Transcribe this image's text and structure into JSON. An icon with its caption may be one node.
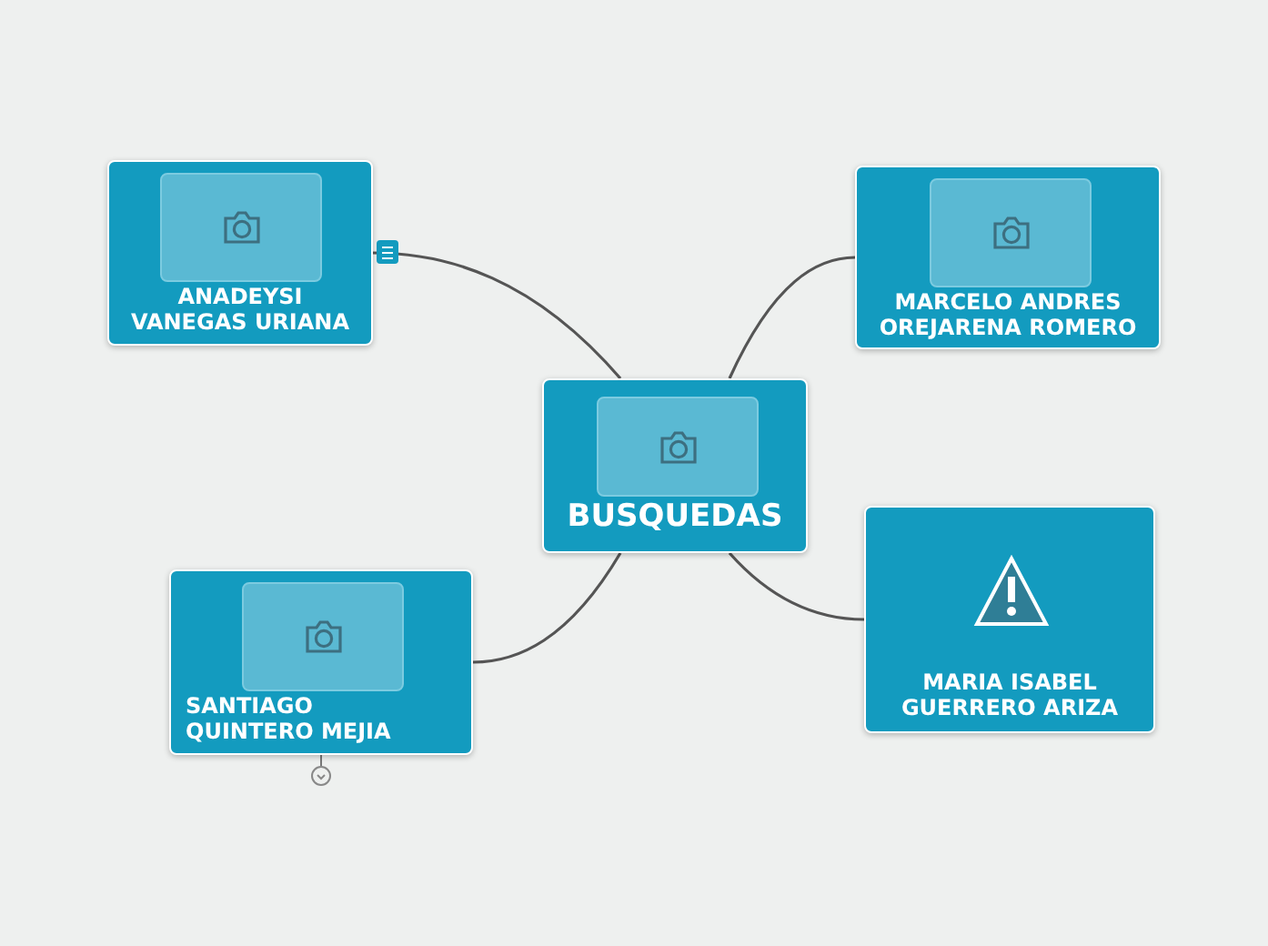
{
  "diagram": {
    "nodes": [
      {
        "text": [
          "BUSQUEDAS"
        ]
      },
      {
        "text": [
          "ANADEYSI VANEGAS URIANA"
        ]
      },
      {
        "text": [
          "MARCELO ANDRES OREJARENA ROMERO"
        ]
      },
      {
        "text": [
          "SANTIAGO QUINTERO MEJIA"
        ]
      },
      {
        "text": [
          "MARIA ISABEL GUERRERO ARIZA"
        ]
      }
    ],
    "edges": [
      {
        "from": 0,
        "to": 1,
        "arrow": "none"
      },
      {
        "from": 0,
        "to": 2,
        "arrow": "none"
      },
      {
        "from": 0,
        "to": 3,
        "arrow": "none"
      },
      {
        "from": 0,
        "to": 4,
        "arrow": "none"
      }
    ]
  }
}
